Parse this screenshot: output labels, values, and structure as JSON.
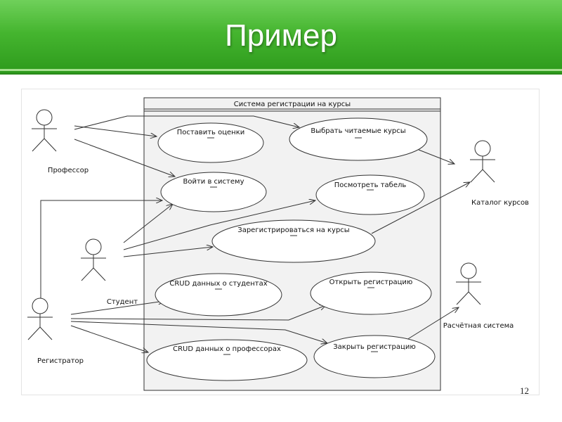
{
  "slide": {
    "title": "Пример",
    "page_number": "12"
  },
  "diagram": {
    "system_title": "Система регистрации на курсы",
    "actors": {
      "professor": "Профессор",
      "student": "Студент",
      "registrar": "Регистратор",
      "course_catalog": "Каталог курсов",
      "billing_system": "Расчётная система"
    },
    "use_cases": {
      "grade": "Поставить оценки",
      "select_courses": "Выбрать читаемые курсы",
      "login": "Войти в систему",
      "view_report": "Посмотреть табель",
      "register": "Зарегистрироваться на курсы",
      "crud_students": "CRUD данных о студентах",
      "open_registration": "Открыть регистрацию",
      "crud_professors": "CRUD данных о профессорах",
      "close_registration": "Закрыть регистрацию"
    }
  }
}
